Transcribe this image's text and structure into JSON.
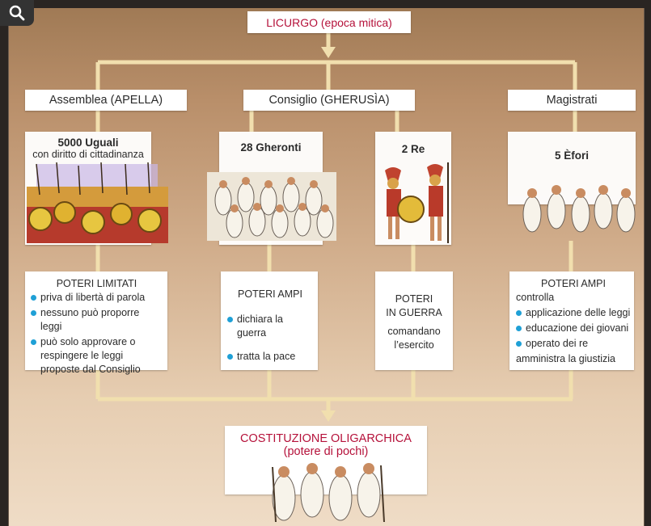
{
  "top": {
    "title": "LICURGO (epoca mitica)"
  },
  "columns": {
    "assemblea": {
      "header": "Assemblea (APELLA)",
      "figure_title": "5000 Uguali",
      "figure_subtitle": "con diritto di cittadinanza",
      "powers_title": "POTERI LIMITATI",
      "bullets": [
        "priva di libertà di parola",
        "nessuno può proporre leggi",
        "può solo approvare o respingere le leggi proposte dal Consiglio"
      ]
    },
    "consiglio": {
      "header": "Consiglio (GHERUSÌA)",
      "figure_title": "28 Gheronti",
      "powers_title": "POTERI AMPI",
      "bullets": [
        "dichiara la guerra",
        "tratta la pace"
      ]
    },
    "re": {
      "figure_title": "2 Re",
      "powers_title_line1": "POTERI",
      "powers_title_line2": "IN GUERRA",
      "text_line1": "comandano",
      "text_line2": "l’esercito"
    },
    "magistrati": {
      "header": "Magistrati",
      "figure_title": "5 Èfori",
      "powers_title": "POTERI AMPI",
      "intro": "controlla",
      "bullets": [
        "applicazione delle leggi",
        "educazione dei giovani",
        "operato dei re"
      ],
      "footer": "amministra la giustizia"
    }
  },
  "bottom": {
    "title": "COSTITUZIONE OLIGARCHICA",
    "subtitle": "(potere di pochi)"
  },
  "colors": {
    "connector": "#f1dfae",
    "title_red": "#b5113a",
    "bullet_blue": "#1fa0d6"
  },
  "icons": {
    "search": "search-icon"
  }
}
